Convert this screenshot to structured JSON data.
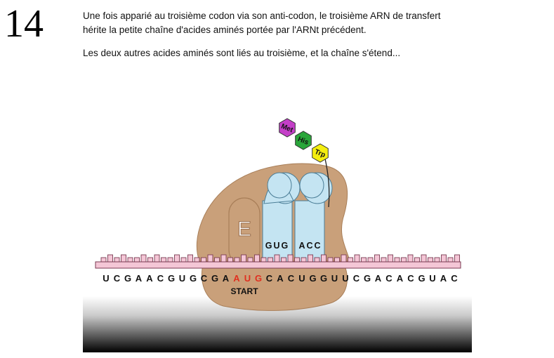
{
  "step": {
    "number": "14"
  },
  "text": {
    "line1": "Une fois apparié au troisième codon via son anti-codon, le troisième ARN de transfert",
    "line2": "hérite la petite chaîne d'acides aminés portée par l'ARNt précédent.",
    "line3": "Les deux autres acides aminés sont liés au troisième, et la chaîne s'étend..."
  },
  "diagram": {
    "site_label": "E",
    "anticodons": [
      "GUG",
      "ACC"
    ],
    "amino_acids": [
      {
        "name": "Met",
        "color": "#c43fc8"
      },
      {
        "name": "His",
        "color": "#2aa63a"
      },
      {
        "name": "Trp",
        "color": "#f4ee10"
      }
    ],
    "mrna": [
      {
        "base": "U",
        "highlight": false
      },
      {
        "base": "C",
        "highlight": false
      },
      {
        "base": "G",
        "highlight": false
      },
      {
        "base": "A",
        "highlight": false
      },
      {
        "base": "A",
        "highlight": false
      },
      {
        "base": "C",
        "highlight": false
      },
      {
        "base": "G",
        "highlight": false
      },
      {
        "base": "U",
        "highlight": false
      },
      {
        "base": "G",
        "highlight": false
      },
      {
        "base": "C",
        "highlight": false
      },
      {
        "base": "G",
        "highlight": false
      },
      {
        "base": "A",
        "highlight": false
      },
      {
        "base": "A",
        "highlight": true
      },
      {
        "base": "U",
        "highlight": true
      },
      {
        "base": "G",
        "highlight": true
      },
      {
        "base": "C",
        "highlight": false
      },
      {
        "base": "A",
        "highlight": false
      },
      {
        "base": "C",
        "highlight": false
      },
      {
        "base": "U",
        "highlight": false
      },
      {
        "base": "G",
        "highlight": false
      },
      {
        "base": "G",
        "highlight": false
      },
      {
        "base": "U",
        "highlight": false
      },
      {
        "base": "U",
        "highlight": false
      },
      {
        "base": "C",
        "highlight": false
      },
      {
        "base": "G",
        "highlight": false
      },
      {
        "base": "A",
        "highlight": false
      },
      {
        "base": "C",
        "highlight": false
      },
      {
        "base": "A",
        "highlight": false
      },
      {
        "base": "C",
        "highlight": false
      },
      {
        "base": "G",
        "highlight": false
      },
      {
        "base": "U",
        "highlight": false
      },
      {
        "base": "A",
        "highlight": false
      },
      {
        "base": "C",
        "highlight": false
      }
    ],
    "start_label": "START",
    "colors": {
      "ribosome": "#c9a07a",
      "ribosome_stroke": "#a87e58",
      "trna": "#c4e4f2",
      "trna_stroke": "#4a7d96",
      "mrna_strand": "#f4c6d6",
      "mrna_stroke": "#7a3a52",
      "start_codon": "#e03020"
    }
  }
}
